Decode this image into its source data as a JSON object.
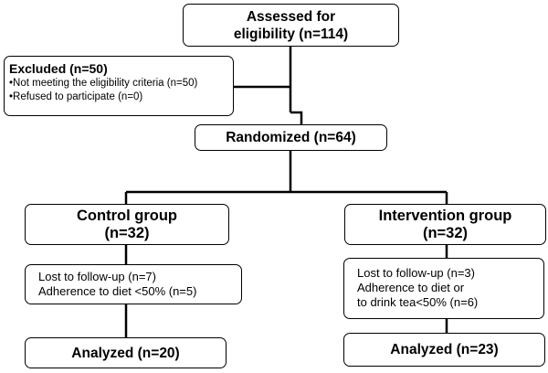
{
  "assessed": {
    "line1": "Assessed for",
    "line2": "eligibility (n=114)"
  },
  "excluded": {
    "title": "Excluded (n=50)",
    "items": [
      "•Not meeting the eligibility criteria (n=50)",
      "•Refused to participate (n=0)"
    ]
  },
  "randomized": {
    "label": "Randomized (n=64)"
  },
  "control": {
    "title": "Control group",
    "n": "(n=32)",
    "loss": [
      "Lost to follow-up (n=7)",
      "Adherence to diet <50% (n=5)"
    ],
    "analyzed": "Analyzed (n=20)"
  },
  "intervention": {
    "title": "Intervention group",
    "n": "(n=32)",
    "loss": [
      "Lost to follow-up (n=3)",
      "Adherence to diet or",
      "to drink tea<50% (n=6)"
    ],
    "analyzed": "Analyzed (n=23)"
  }
}
